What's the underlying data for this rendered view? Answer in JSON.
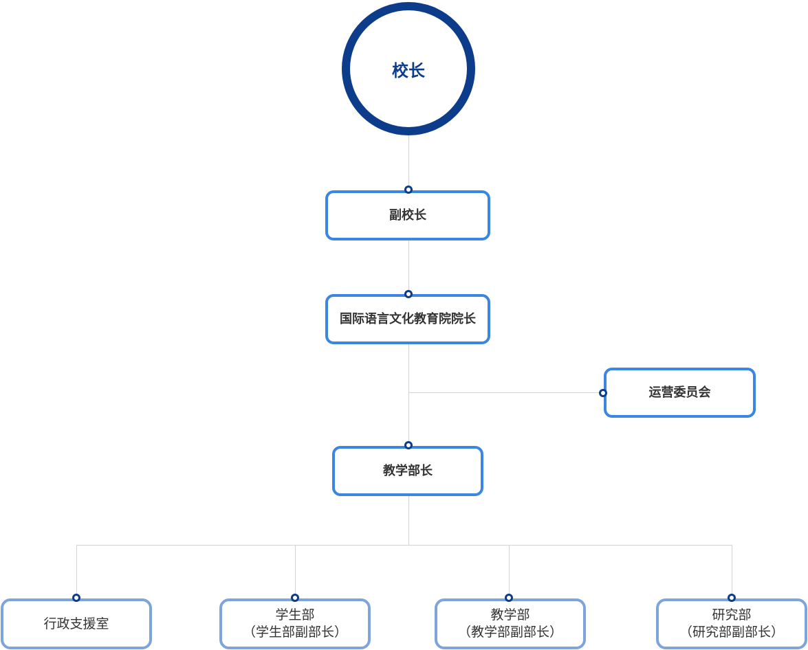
{
  "top": {
    "label": "校长"
  },
  "chain": [
    {
      "id": "vice-principal",
      "label": "副校长"
    },
    {
      "id": "institute-dean",
      "label": "国际语言文化教育院院长"
    },
    {
      "id": "academic-dean",
      "label": "教学部长"
    }
  ],
  "side": {
    "label": "运营委员会"
  },
  "departments": [
    {
      "name": "行政支援室",
      "sub": ""
    },
    {
      "name": "学生部",
      "sub": "（学生部副部长）"
    },
    {
      "name": "教学部",
      "sub": "（教学部副部长）"
    },
    {
      "name": "研究部",
      "sub": "（研究部副部长）"
    }
  ],
  "colors": {
    "top_ring": "#0d3c8a",
    "box_border": "#3a86e0",
    "dept_border": "#7ea4dc",
    "connector": "#d3d3d3",
    "dot": "#0d3c8a"
  }
}
